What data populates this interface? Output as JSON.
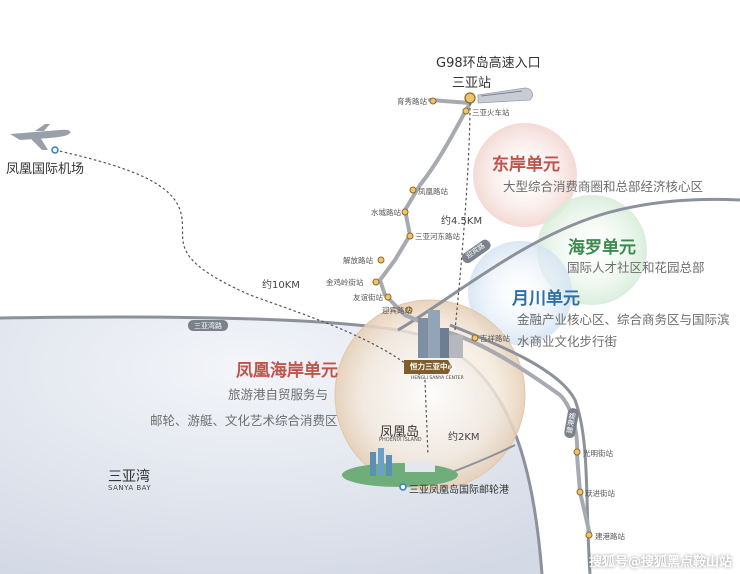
{
  "title": {
    "expressway_entrance": "G98环岛高速入口",
    "main_station": "三亚站"
  },
  "airport": {
    "label": "凤凰国际机场",
    "distance": "约10KM"
  },
  "units": {
    "dongan": {
      "title": "东岸单元",
      "desc": "大型综合消费商圈和总部经济核心区",
      "color": "#c0544a"
    },
    "hailuo": {
      "title": "海罗单元",
      "desc": "国际人才社区和花园总部",
      "color": "#3c8a4e"
    },
    "yuechuan": {
      "title": "月川单元",
      "desc_line1": "金融产业核心区、综合商务区与国际滨",
      "desc_line2": "水商业文化步行街",
      "color": "#2f6fa8"
    },
    "fenghuang_haian": {
      "title": "凤凰海岸单元",
      "desc_line1": "旅游港自贸服务与",
      "desc_line2": "邮轮、游艇、文化艺术综合消费区",
      "color": "#c0544a"
    }
  },
  "stations": {
    "yuxiu_road": "育秀路站",
    "sanya_train": "三亚火车站",
    "fenghuang_road": "凤凰路站",
    "shuicheng_road": "水城路站",
    "sanya_hedong_road": "三亚河东路站",
    "jiefang_road": "解放路站",
    "jinjiling_street": "金鸡岭街站",
    "youyi_street": "友谊街站",
    "yingbin_road": "迎宾路站",
    "jixiang_road": "吉祥路站",
    "guangming_street": "光明街站",
    "yuejin_street": "跃进街站",
    "jiangang_road": "建港路站"
  },
  "distances": {
    "to_station": "约4.5KM",
    "to_port": "约2KM"
  },
  "roads": {
    "sanya_bay_road": "三亚湾路",
    "yingbin_road_badge": "迎宾路",
    "jiangang_road_badge": "建港路"
  },
  "project": {
    "name_cn": "恒力三亚中心",
    "name_en": "HENGLI SANYA CENTER"
  },
  "island": {
    "name_cn": "凤凰岛",
    "name_en": "PHOENIX ISLAND"
  },
  "port": "三亚凤凰岛国际邮轮港",
  "bay": {
    "name_cn": "三亚湾",
    "name_en": "SANYA BAY"
  },
  "watermark": "搜狐号@搜狐黑点鞍山站",
  "colors": {
    "sea": "#dfe4ee",
    "road": "#8c919b",
    "metro": "#a7aab1",
    "accent_gold": "#c9a24b"
  }
}
